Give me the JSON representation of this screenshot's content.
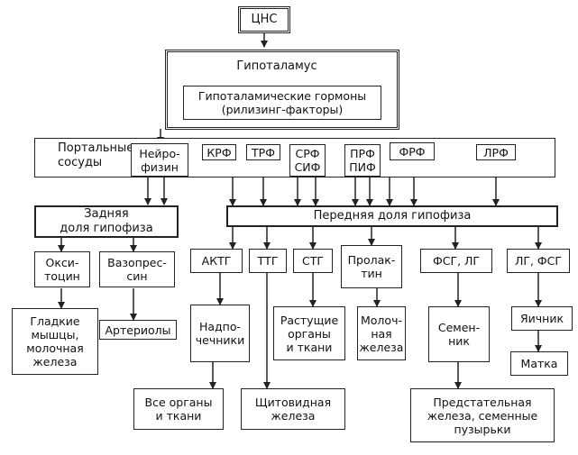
{
  "nodes": {
    "cns": "ЦНС",
    "hypothalamus": "Гипоталамус",
    "hyp_hormones": "Гипоталамические гормоны\n(рилизинг-факторы)",
    "portal": "Портальные\nсосуды",
    "neuro": "Нейро-\nфизин",
    "krf": "КРФ",
    "trf": "ТРФ",
    "srf": "СРФ\nСИФ",
    "prf": "ПРФ\nПИФ",
    "frf": "ФРФ",
    "lrf": "ЛРФ",
    "posterior": "Задняя\nдоля гипофиза",
    "anterior": "Передняя доля гипофиза",
    "oxy": "Окси-\nтоцин",
    "vaso": "Вазопрес-\nсин",
    "smooth": "Гладкие\nмышцы,\nмолочная\nжелеза",
    "arterioles": "Артериолы",
    "actg": "АКТГ",
    "ttg": "ТТГ",
    "stg": "СТГ",
    "prolactin": "Пролак-\nтин",
    "fsg_lg": "ФСГ, ЛГ",
    "lg_fsg": "ЛГ, ФСГ",
    "adrenal": "Надпо-\nчечники",
    "growing": "Растущие\nорганы\nи ткани",
    "mammary": "Молоч-\nная\nжелеза",
    "testis": "Семен-\nник",
    "ovary": "Яичник",
    "uterus": "Матка",
    "all_organs": "Все органы\nи ткани",
    "thyroid": "Щитовидная\nжелеза",
    "prostate": "Предстательная\nжелеза, семенные\nпузырьки"
  }
}
